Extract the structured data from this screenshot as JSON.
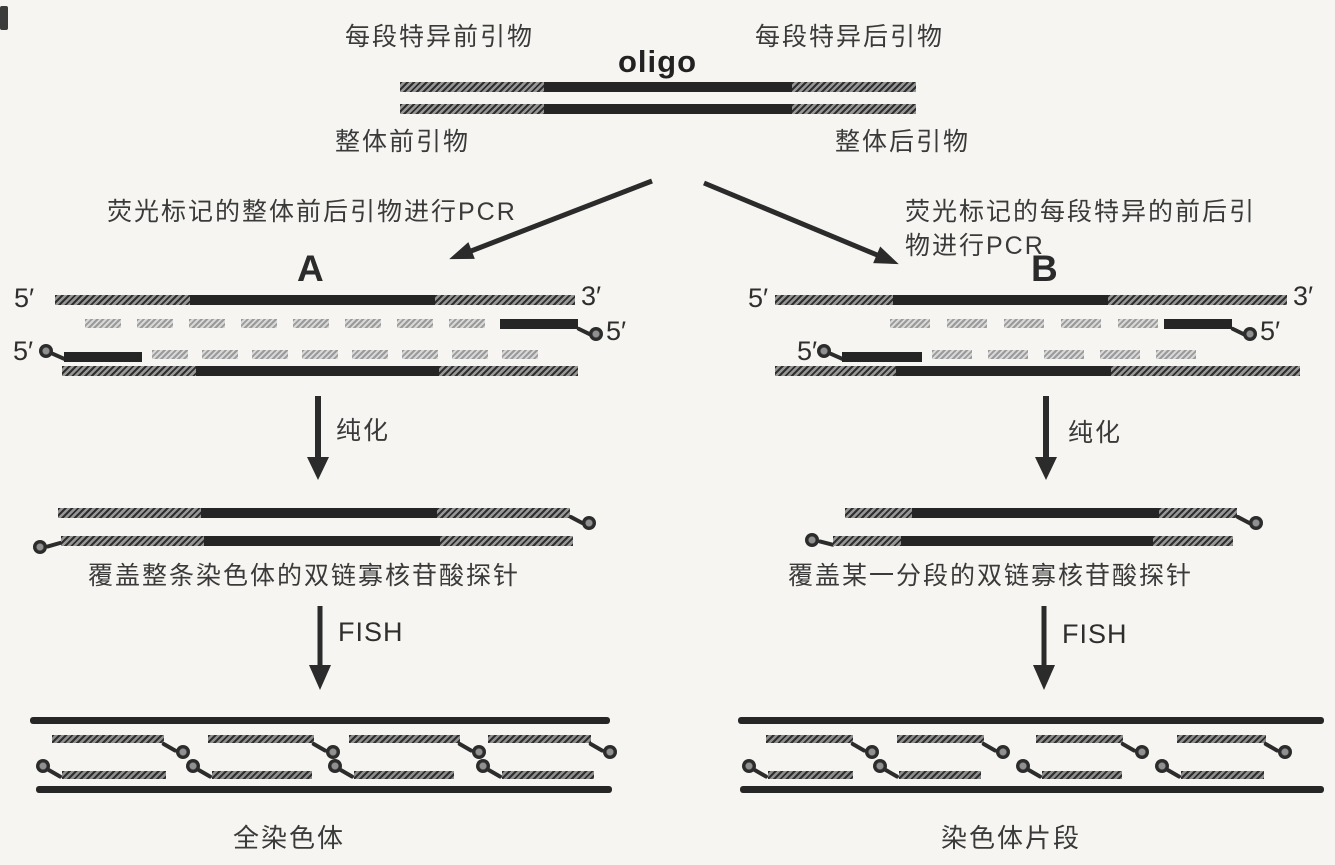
{
  "top_section": {
    "segment_specific_forward_primer": "每段特异前引物",
    "segment_specific_reverse_primer": "每段特异后引物",
    "oligo_label": "oligo",
    "overall_forward_primer": "整体前引物",
    "overall_reverse_primer": "整体后引物"
  },
  "branch_left": {
    "pcr_label": "荧光标记的整体前后引物进行PCR",
    "letter": "A",
    "purify_label": "纯化",
    "probe_caption": "覆盖整条染色体的双链寡核苷酸探针",
    "fish_label": "FISH",
    "result_caption": "全染色体"
  },
  "branch_right": {
    "pcr_label_line1": "荧光标记的每段特异的前后引",
    "pcr_label_line2": "物进行PCR",
    "letter": "B",
    "purify_label": "纯化",
    "probe_caption": "覆盖某一分段的双链寡核苷酸探针",
    "fish_label": "FISH",
    "result_caption": "染色体片段"
  },
  "strand_ends": {
    "five_prime": "5′",
    "three_prime": "3′"
  },
  "icons": {
    "fluorophore_dot": "filled-circle-with-ring"
  },
  "colors": {
    "background": "#f6f5f1",
    "ink": "#2b2b2b",
    "hatch_gray": "#979797",
    "dash_gray": "#c9c9c9",
    "text": "#3a3a3a"
  }
}
